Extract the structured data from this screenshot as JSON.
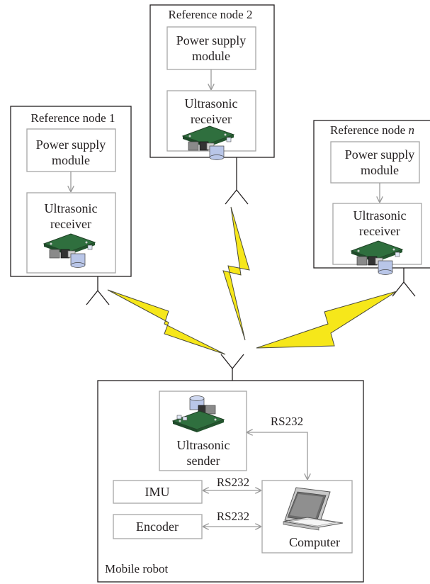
{
  "nodes": [
    {
      "title": "Reference node 1",
      "power_supply": "Power supply module",
      "receiver": "Ultrasonic receiver"
    },
    {
      "title": "Reference node 2",
      "power_supply": "Power supply module",
      "receiver": "Ultrasonic receiver"
    },
    {
      "title_prefix": "Reference node ",
      "title_italic": "n",
      "power_supply": "Power supply module",
      "receiver": "Ultrasonic receiver"
    }
  ],
  "robot": {
    "title": "Mobile robot",
    "sender": "Ultrasonic sender",
    "imu": "IMU",
    "encoder": "Encoder",
    "computer": "Computer",
    "link_sender_computer": "RS232",
    "link_imu_computer": "RS232",
    "link_encoder_computer": "RS232"
  },
  "colors": {
    "lightning": "#f6e71a",
    "lightning_stroke": "#4a4a3a",
    "box_border": "#231f20",
    "module_border": "#a6a6a6",
    "arrow": "#9a9a9a",
    "pcb": "#2f6f3e"
  }
}
